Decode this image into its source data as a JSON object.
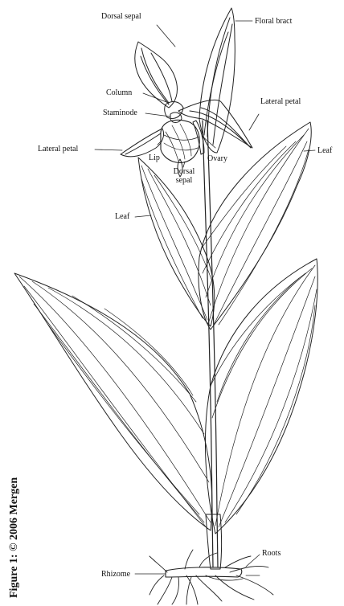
{
  "labels": {
    "dorsal_sepal_top": "Dorsal sepal",
    "floral_bract": "Floral bract",
    "column": "Column",
    "staminode": "Staminode",
    "lateral_petal_right": "Lateral petal",
    "lateral_petal_left": "Lateral petal",
    "lip": "Lip",
    "ovary": "Ovary",
    "dorsal_sepal_bottom_1": "Dorsal",
    "dorsal_sepal_bottom_2": "sepal",
    "leaf_upper_right": "Leaf",
    "leaf_left": "Leaf",
    "rhizome": "Rhizome",
    "roots": "Roots"
  },
  "caption": "Figure 1: © 2006 Mergen"
}
